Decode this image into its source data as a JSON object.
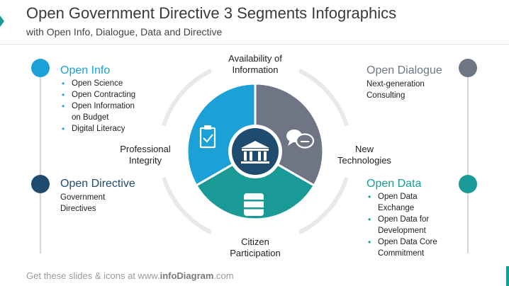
{
  "header": {
    "title": "Open Government Directive 3 Segments Infographics",
    "subtitle": "with Open Info, Dialogue, Data and Directive"
  },
  "colors": {
    "blue": "#1ba0d8",
    "gray": "#6f7585",
    "teal": "#1a9a96",
    "navy": "#1f4b6e",
    "ring": "#e7e9ea"
  },
  "panels": {
    "open_info": {
      "heading": "Open Info",
      "items": [
        "Open Science",
        "Open Contracting",
        "Open Information",
        "on Budget",
        "Digital Literacy"
      ]
    },
    "open_directive": {
      "heading": "Open Directive",
      "lines": [
        "Government",
        "Directives"
      ]
    },
    "open_dialogue": {
      "heading": "Open Dialogue",
      "lines": [
        "Next-generation",
        "Consulting"
      ]
    },
    "open_data": {
      "heading": "Open Data",
      "items": [
        "Open Data",
        "Exchange",
        "Open Data for",
        "Development",
        "Open Data Core",
        "Commitment"
      ]
    }
  },
  "ring_labels": {
    "top": [
      "Availability of",
      "Information"
    ],
    "left": [
      "Professional",
      "Integrity"
    ],
    "right": [
      "New",
      "Technologies"
    ],
    "bottom": [
      "Citizen",
      "Participation"
    ]
  },
  "icons": {
    "center": "government-building-icon",
    "blue_segment": "clipboard-check-icon",
    "gray_segment": "chat-bubbles-icon",
    "teal_segment": "database-icon"
  },
  "footer": {
    "prefix": "Get these slides & icons at www.",
    "brand": "infoDiagram",
    "suffix": ".com"
  }
}
